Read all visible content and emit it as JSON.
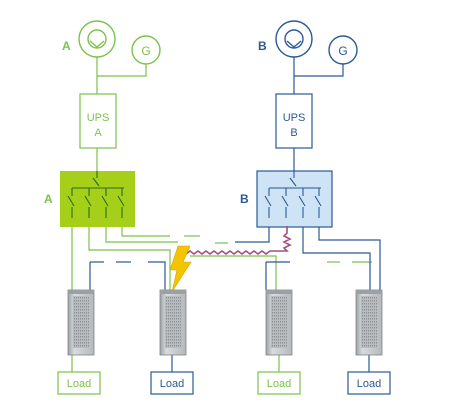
{
  "colors": {
    "green": "#7cc24b",
    "green_fill": "#a5cf18",
    "blue": "#2a5a92",
    "blue_fill": "#cfe3f7",
    "fault_line": "#a0527a",
    "lightning": "#f5c400",
    "cabinet": "#c8ccce"
  },
  "system_a": {
    "label": "A",
    "generator": "G",
    "ups_label_line1": "UPS",
    "ups_label_line2": "A",
    "switchboard_label": "A"
  },
  "system_b": {
    "label": "B",
    "generator": "G",
    "ups_label_line1": "UPS",
    "ups_label_line2": "B",
    "switchboard_label": "B"
  },
  "loads": [
    {
      "label": "Load",
      "system": "A"
    },
    {
      "label": "Load",
      "system": "B"
    },
    {
      "label": "Load",
      "system": "A"
    },
    {
      "label": "Load",
      "system": "B"
    }
  ],
  "icons": {
    "transformer": "transformer-icon",
    "generator": "generator-icon",
    "lightning": "lightning-icon",
    "server_cabinet": "server-cabinet-icon"
  }
}
